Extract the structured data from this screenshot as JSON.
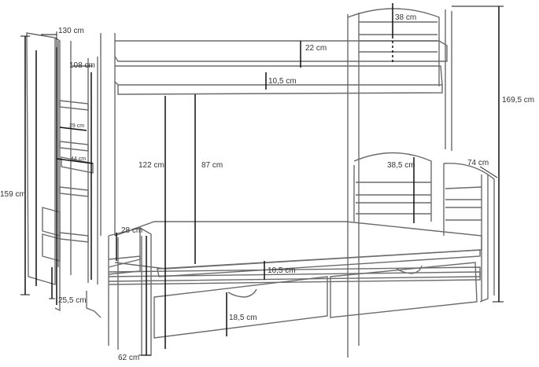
{
  "colors": {
    "outline": "#6b6b6b",
    "dimension": "#111111",
    "text": "#333333"
  },
  "dimensions": {
    "top_frame_width": "130 cm",
    "ladder_height_segment": "108 cm",
    "ladder_inner_width": "29 cm",
    "ladder_outer_width": "44 cm",
    "total_post_height": "159 cm",
    "leg_bottom": "25,5 cm",
    "foot_depth": "62 cm",
    "headboard_top": "38 cm",
    "upper_rail": "22 cm",
    "upper_mattress": "10,5 cm",
    "lower_clearance": "122 cm",
    "upper_to_lower": "87 cm",
    "headboard_lower": "38,5 cm",
    "headboard_depth": "74 cm",
    "overall_height": "169,5 cm",
    "lower_rail": "28 cm",
    "lower_mattress": "10,5 cm",
    "drawer_height": "18,5 cm"
  }
}
